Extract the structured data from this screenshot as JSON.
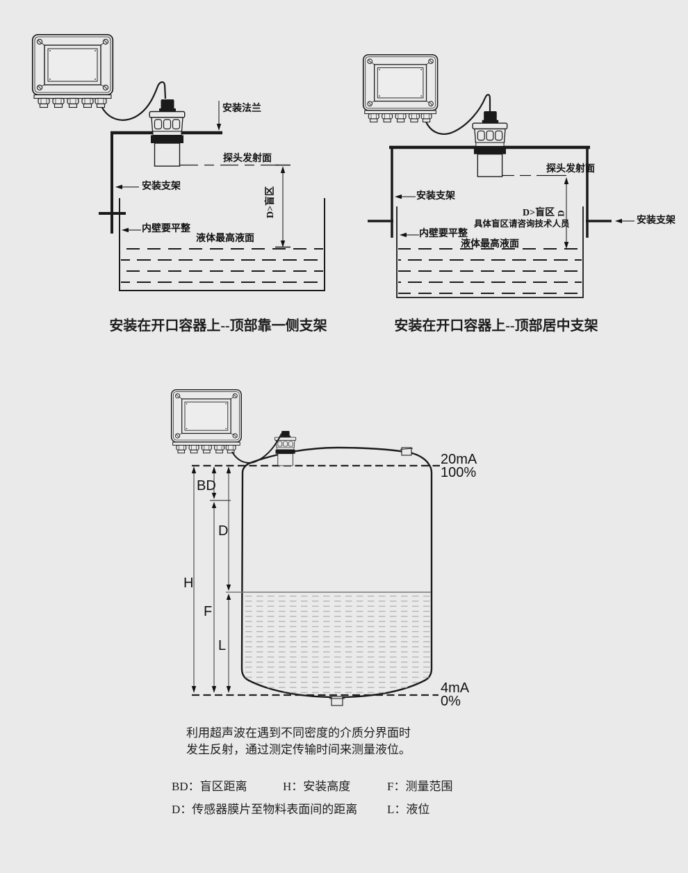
{
  "colors": {
    "background": "#eaeaea",
    "line": "#1a1a1a",
    "liquid_dash_gray": "#b0b0b0"
  },
  "top_left_diagram": {
    "caption": "安装在开口容器上--顶部靠一侧支架",
    "flange_label": "安装法兰",
    "probe_face_label": "探头发射面",
    "bracket_label": "安装支架",
    "inner_wall_label": "内壁要平整",
    "max_level_label": "液体最高液面",
    "blind_zone_label": "D>盲区"
  },
  "top_right_diagram": {
    "caption": "安装在开口容器上--顶部居中支架",
    "probe_face_label": "探头发射面",
    "bracket_left_label": "安装支架",
    "bracket_right_label": "安装支架",
    "inner_wall_label": "内壁要平整",
    "max_level_label": "液体最高液面",
    "blind_zone_label": "D>盲区",
    "blind_zone_dim": "D",
    "blind_zone_note": "具体盲区请咨询技术人员"
  },
  "bottom_diagram": {
    "dim_bd": "BD",
    "dim_d": "D",
    "dim_h": "H",
    "dim_f": "F",
    "dim_l": "L",
    "top_current": "20mA",
    "top_percent": "100%",
    "bottom_current": "4mA",
    "bottom_percent": "0%"
  },
  "description": {
    "line1": "利用超声波在遇到不同密度的介质分界面时",
    "line2": "发生反射，通过测定传输时间来测量液位。"
  },
  "legend": {
    "bd": "BD：盲区距离",
    "h": "H：安装高度",
    "f": "F：测量范围",
    "d": "D：传感器膜片至物料表面间的距离",
    "l": "L：液位"
  }
}
